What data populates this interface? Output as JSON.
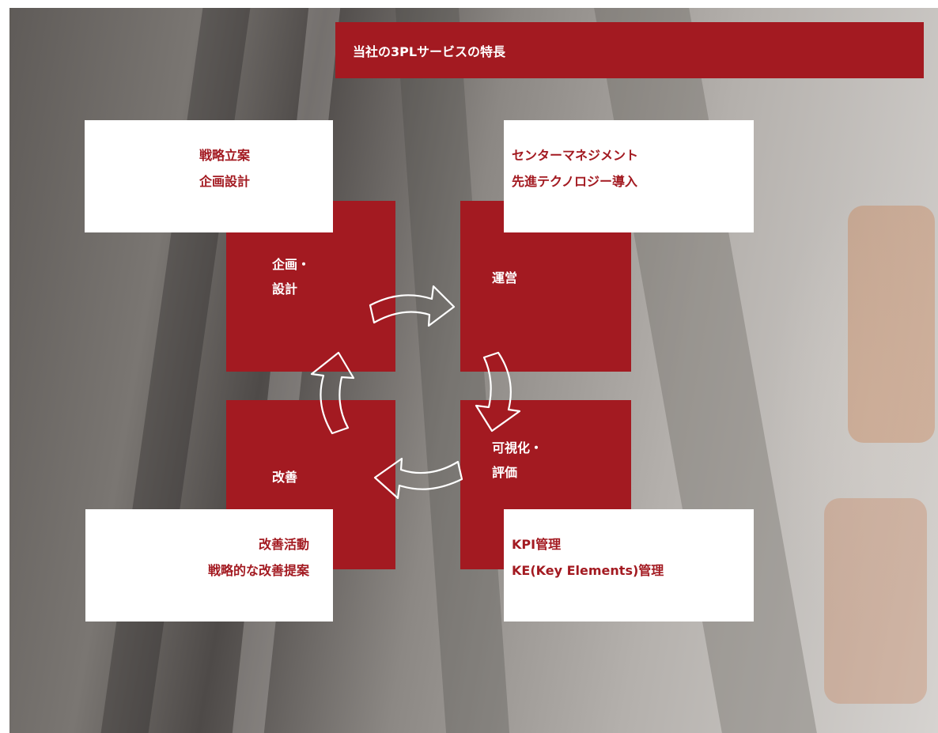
{
  "title": "当社の3PLサービスの特長",
  "quadrants": {
    "plan": {
      "label_lines": [
        "企画・",
        "設計"
      ],
      "detail_lines": [
        "戦略立案",
        "企画設計"
      ]
    },
    "operate": {
      "label_lines": [
        "運営"
      ],
      "detail_lines": [
        "センターマネジメント",
        "先進テクノロジー導入"
      ]
    },
    "evaluate": {
      "label_lines": [
        "可視化・",
        "評価"
      ],
      "detail_lines": [
        "KPI管理",
        "KE(Key Elements)管理"
      ]
    },
    "improve": {
      "label_lines": [
        "改善"
      ],
      "detail_lines": [
        "改善活動",
        "戦略的な改善提案"
      ]
    }
  },
  "colors": {
    "accent": "#a31a21",
    "box": "#ffffff",
    "arrow": "#ffffff"
  },
  "icons": [
    "cycle-arrow",
    "cycle-arrow",
    "cycle-arrow",
    "cycle-arrow"
  ]
}
